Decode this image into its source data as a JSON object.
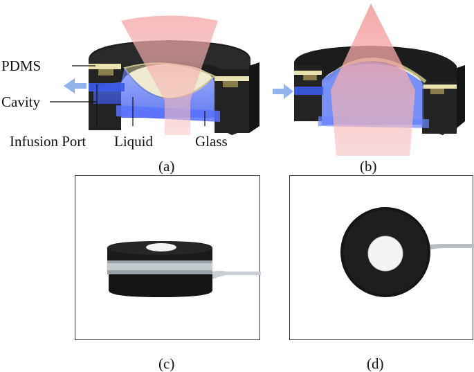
{
  "diagram_a": {
    "labels": {
      "pdms": "PDMS",
      "cavity": "Cavity",
      "infusion_port": "Infusion Port",
      "liquid": "Liquid",
      "glass": "Glass"
    },
    "caption": "(a)"
  },
  "diagram_b": {
    "caption": "(b)"
  },
  "photo_c": {
    "caption": "(c)"
  },
  "photo_d": {
    "caption": "(d)"
  },
  "colors": {
    "body": "#1b1b1b",
    "pdms": "#e8e2b0",
    "liquid": "#4a6cf5",
    "beam": "#f4a3a3",
    "arrow": "#8fb3ea"
  }
}
